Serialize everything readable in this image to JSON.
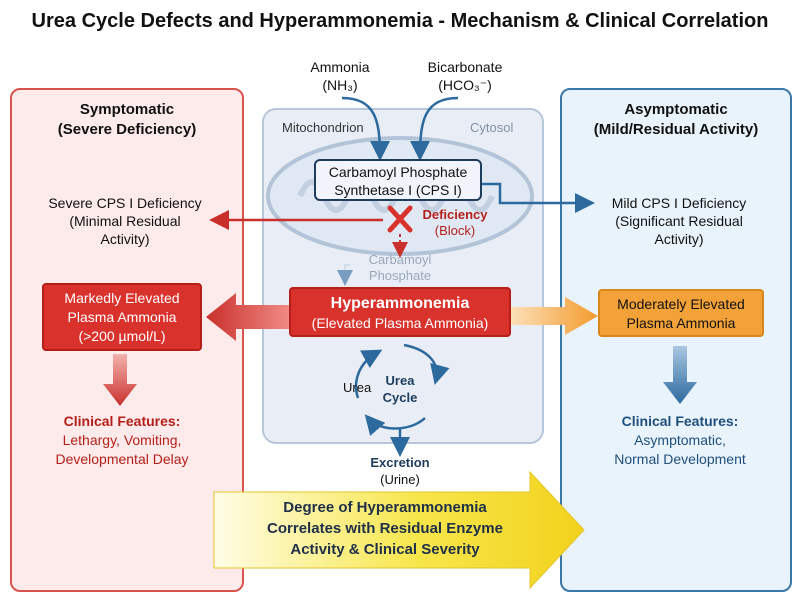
{
  "title": "Urea Cycle Defects and Hyperammonemia - Mechanism & Clinical Correlation",
  "inputs": {
    "ammonia_line1": "Ammonia",
    "ammonia_line2": "(NH₃)",
    "bicarbonate_line1": "Bicarbonate",
    "bicarbonate_line2": "(HCO₃⁻)"
  },
  "left_panel": {
    "heading_line1": "Symptomatic",
    "heading_line2": "(Severe Deficiency)",
    "condition_line1": "Severe CPS I Deficiency",
    "condition_line2": "(Minimal Residual",
    "condition_line3": "Activity)",
    "ammonia_box_line1": "Markedly Elevated",
    "ammonia_box_line2": "Plasma Ammonia",
    "ammonia_box_line3": "(>200 µmol/L)",
    "features_title": "Clinical Features:",
    "features_line1": "Lethargy, Vomiting,",
    "features_line2": "Developmental Delay"
  },
  "right_panel": {
    "heading_line1": "Asymptomatic",
    "heading_line2": "(Mild/Residual Activity)",
    "condition_line1": "Mild CPS I Deficiency",
    "condition_line2": "(Significant Residual",
    "condition_line3": "Activity)",
    "ammonia_box_line1": "Moderately Elevated",
    "ammonia_box_line2": "Plasma Ammonia",
    "features_title": "Clinical Features:",
    "features_line1": "Asymptomatic,",
    "features_line2": "Normal Development"
  },
  "center": {
    "mitochondrion_label": "Mitochondrion",
    "cytosol_label": "Cytosol",
    "enzyme_line1": "Carbamoyl Phosphate",
    "enzyme_line2": "Synthetase I (CPS I)",
    "deficiency_line1": "Deficiency",
    "deficiency_line2": "(Block)",
    "product_line1": "Carbamoyl",
    "product_line2": "Phosphate",
    "hyper_line1": "Hyperammonemia",
    "hyper_line2": "(Elevated Plasma Ammonia)",
    "urea_label": "Urea",
    "cycle_line1": "Urea",
    "cycle_line2": "Cycle",
    "excretion_line1": "Excretion",
    "excretion_line2": "(Urine)"
  },
  "bottom_arrow": {
    "line1": "Degree of Hyperammonemia",
    "line2": "Correlates with Residual Enzyme",
    "line3": "Activity & Clinical Severity"
  },
  "colors": {
    "severe": "#d9312b",
    "mild": "#f3a23a",
    "flow": "#2c6a9e",
    "panel_left_bg": "#fdeaea",
    "panel_right_bg": "#e9f3fb"
  }
}
